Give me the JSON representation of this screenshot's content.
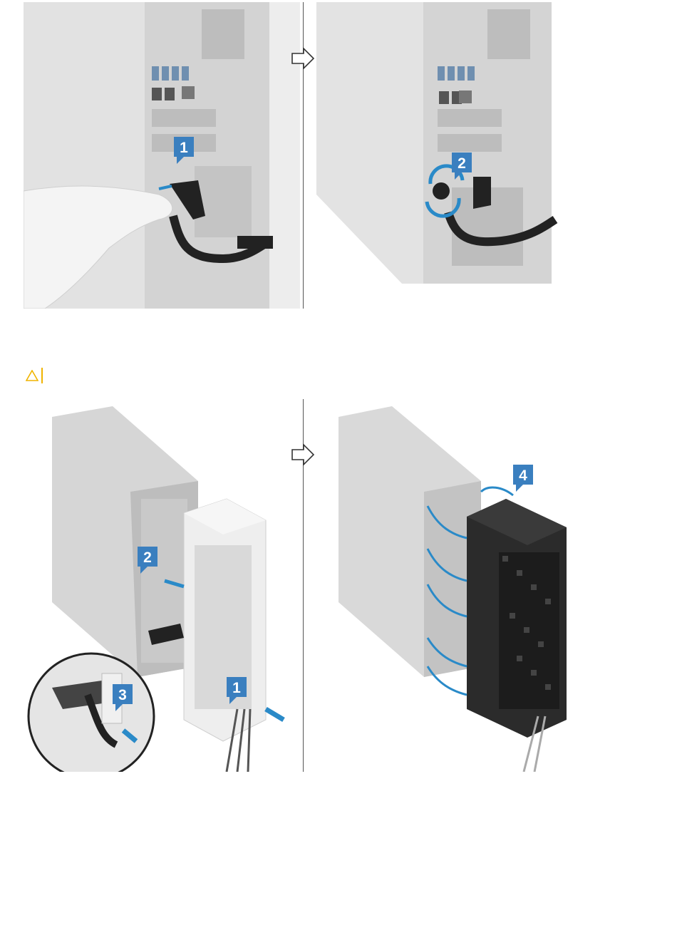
{
  "colors": {
    "callout_blue": "#3a7fbf",
    "arrow_blue": "#2a8ac8",
    "caution_yellow": "#f0b400",
    "chassis_gray": "#d9d9d9",
    "cover_black": "#2b2b2b"
  },
  "icons": {
    "next_step": "outline-right-arrow-icon",
    "caution": "warning-triangle-icon"
  },
  "figure1": {
    "step1": "1",
    "step2": "2"
  },
  "figure2": {
    "step1": "1",
    "step2": "2",
    "step3": "3",
    "step4": "4"
  }
}
